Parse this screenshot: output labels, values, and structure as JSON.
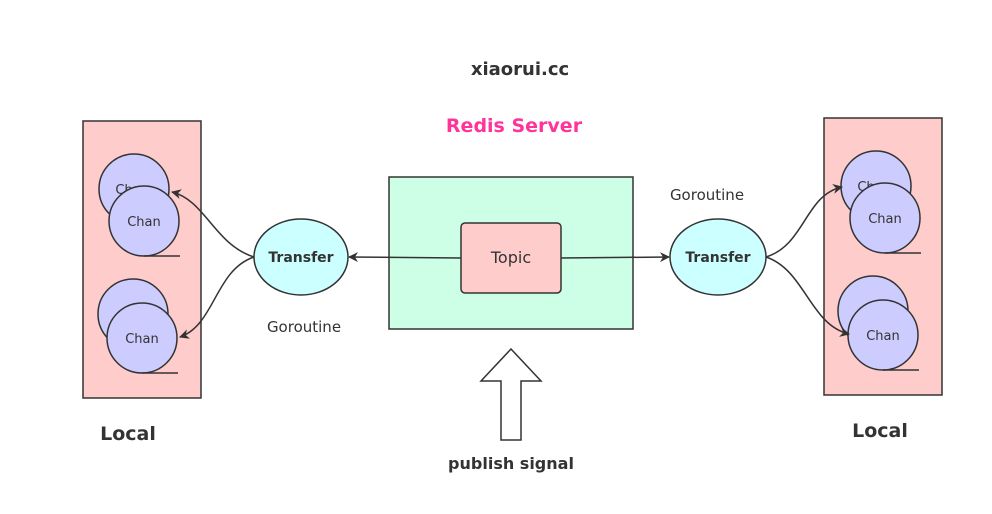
{
  "header": {
    "site": "xiaorui.cc",
    "server_title": "Redis Server"
  },
  "server": {
    "topic_label": "Topic"
  },
  "left": {
    "transfer_label": "Transfer",
    "goroutine_label": "Goroutine",
    "local_label": "Local",
    "chan_back_top": "Ch",
    "chan_back_bottom": "",
    "chan_top": "Chan",
    "chan_bottom": "Chan"
  },
  "right": {
    "transfer_label": "Transfer",
    "goroutine_label": "Goroutine",
    "local_label": "Local",
    "chan_back_top": "Ch",
    "chan_back_bottom": "",
    "chan_top": "Chan",
    "chan_bottom": "Chan"
  },
  "publish": {
    "label": "publish signal"
  },
  "colors": {
    "server_fill": "#ccffe6",
    "topic_fill": "#ffcccc",
    "local_fill": "#ffcccc",
    "chan_fill": "#ccccff",
    "transfer_fill": "#ccffff",
    "title_accent": "#ff3399",
    "text": "#333333"
  }
}
